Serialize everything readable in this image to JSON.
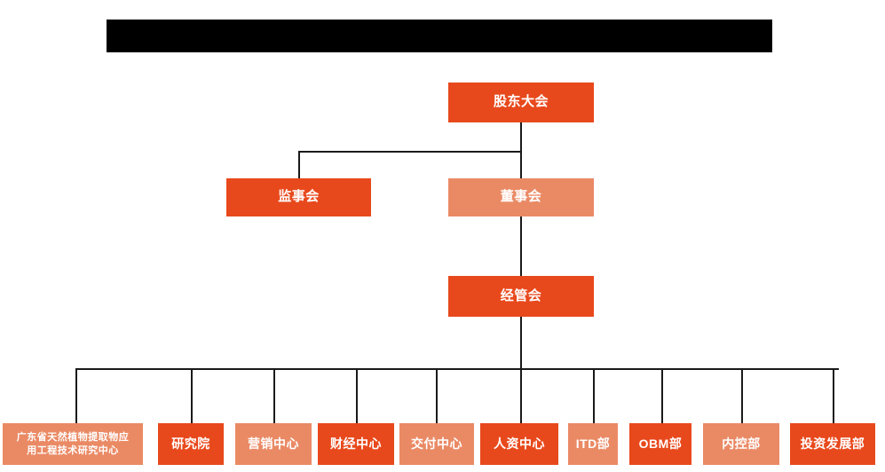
{
  "diagram": {
    "type": "org-chart",
    "title_bar": {
      "name": "redacted-title-bar",
      "text": "",
      "color": "#000000"
    },
    "palette": {
      "dark_orange": "#E8491C",
      "light_orange": "#EA8A65",
      "connector": "#1a1a1a",
      "background": "#FFFFFF",
      "text": "#FFFFFF"
    },
    "levels": {
      "level1": [
        {
          "id": "shareholders",
          "label": "股东大会",
          "tone": "dark"
        }
      ],
      "level2": [
        {
          "id": "supervisors",
          "label": "监事会",
          "tone": "dark"
        },
        {
          "id": "directors",
          "label": "董事会",
          "tone": "light"
        }
      ],
      "level3": [
        {
          "id": "management",
          "label": "经管会",
          "tone": "dark"
        }
      ],
      "level4": [
        {
          "id": "research-center",
          "label": "广东省天然植物提取物应\n用工程技术研究中心",
          "tone": "light"
        },
        {
          "id": "institute",
          "label": "研究院",
          "tone": "dark"
        },
        {
          "id": "marketing-center",
          "label": "营销中心",
          "tone": "light"
        },
        {
          "id": "finance-center",
          "label": "财经中心",
          "tone": "dark"
        },
        {
          "id": "delivery-center",
          "label": "交付中心",
          "tone": "light"
        },
        {
          "id": "hr-center",
          "label": "人资中心",
          "tone": "dark"
        },
        {
          "id": "itd-dept",
          "label": "ITD部",
          "tone": "light"
        },
        {
          "id": "obm-dept",
          "label": "OBM部",
          "tone": "dark"
        },
        {
          "id": "internal-control-dept",
          "label": "内控部",
          "tone": "light"
        },
        {
          "id": "investment-development-dept",
          "label": "投资发展部",
          "tone": "dark"
        }
      ]
    }
  }
}
